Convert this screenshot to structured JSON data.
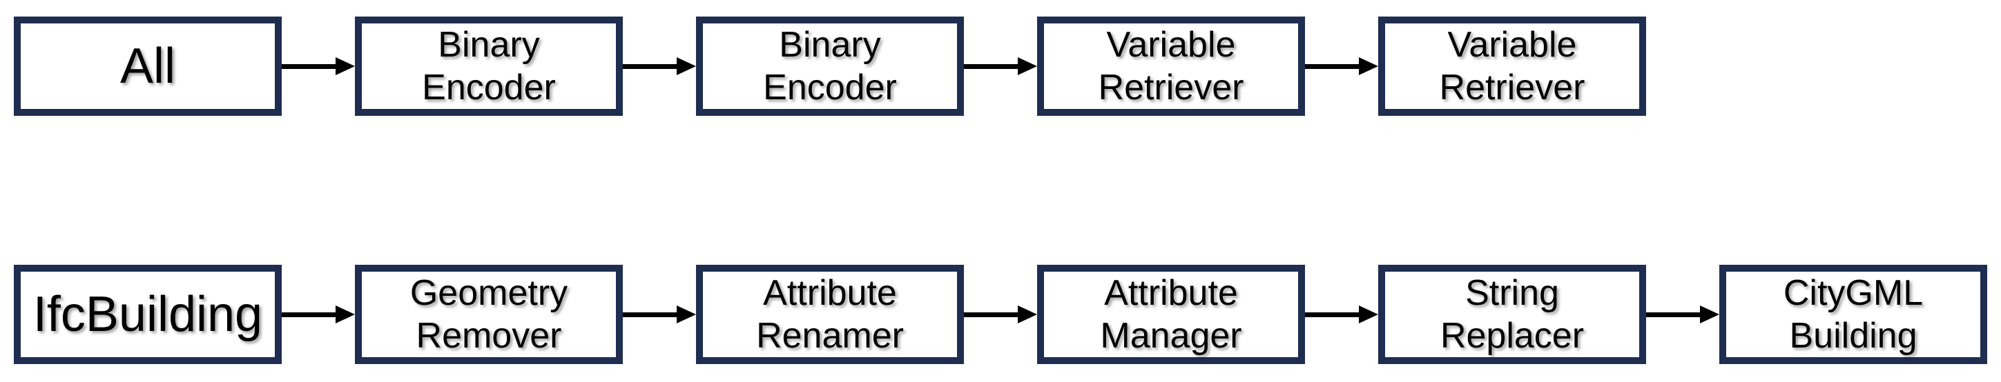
{
  "diagram": {
    "type": "flowchart",
    "description": "Two-row left-to-right pipeline diagram",
    "colors": {
      "node_border": "#1e2d50",
      "node_fill": "#ffffff",
      "arrow": "#000000",
      "text": "#000000",
      "background": "#ffffff"
    },
    "rows": [
      {
        "nodes": [
          {
            "label": "All"
          },
          {
            "label": "Binary\nEncoder"
          },
          {
            "label": "Binary\nEncoder"
          },
          {
            "label": "Variable\nRetriever"
          },
          {
            "label": "Variable\nRetriever"
          }
        ]
      },
      {
        "nodes": [
          {
            "label": "IfcBuilding"
          },
          {
            "label": "Geometry\nRemover"
          },
          {
            "label": "Attribute\nRenamer"
          },
          {
            "label": "Attribute\nManager"
          },
          {
            "label": "String\nReplacer"
          },
          {
            "label": "CityGML\nBuilding"
          }
        ]
      }
    ]
  }
}
